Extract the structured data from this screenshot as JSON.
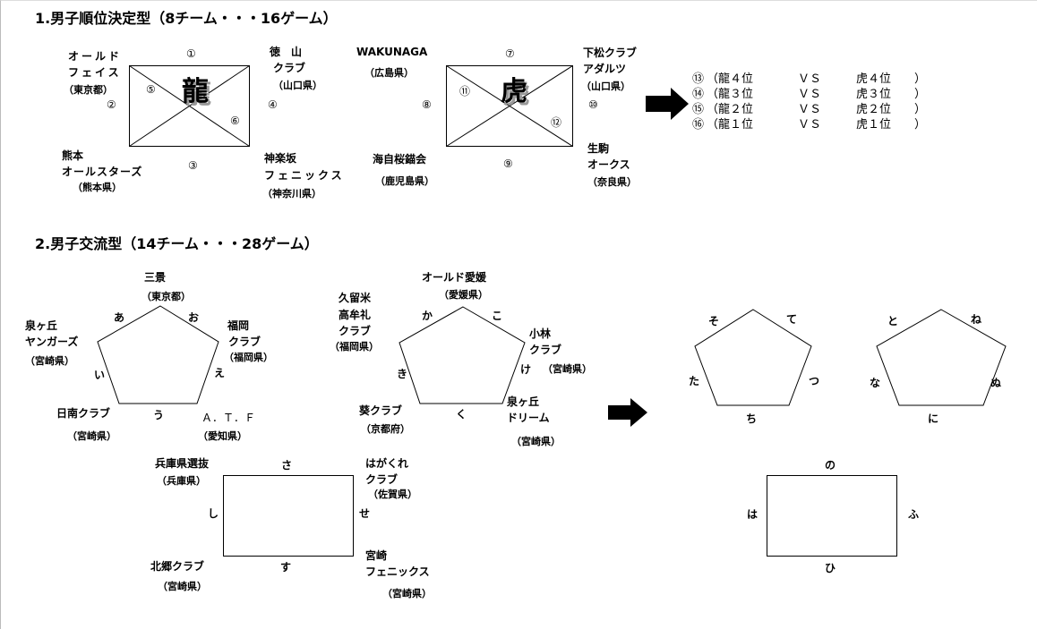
{
  "section1": {
    "title": "1.男子順位決定型（8チーム・・・16ゲーム）",
    "dragon": {
      "symbol": "龍",
      "labels": [
        "①",
        "②",
        "③",
        "④",
        "⑤",
        "⑥",
        "オールド",
        "フェイス",
        "（東京都）",
        "徳　山",
        "クラブ",
        "（山口県）",
        "熊本",
        "オールスターズ",
        "（熊本県）",
        "神楽坂",
        "フェニックス",
        "（神奈川県）"
      ]
    },
    "tiger": {
      "symbol": "虎",
      "labels": [
        "⑦",
        "⑧",
        "⑨",
        "⑩",
        "⑪",
        "⑫",
        "WAKUNAGA",
        "（広島県）",
        "下松クラブ",
        "アダルツ",
        "（山口県）",
        "海自桜錨会",
        "（鹿児島県）",
        "生駒",
        "オークス",
        "（奈良県）"
      ]
    },
    "finals": [
      {
        "no": "⑬",
        "a": "（龍４位",
        "vs": "ＶＳ",
        "b": "虎４位",
        "close": "）"
      },
      {
        "no": "⑭",
        "a": "（龍３位",
        "vs": "ＶＳ",
        "b": "虎３位",
        "close": "）"
      },
      {
        "no": "⑮",
        "a": "（龍２位",
        "vs": "ＶＳ",
        "b": "虎２位",
        "close": "）"
      },
      {
        "no": "⑯",
        "a": "（龍１位",
        "vs": "ＶＳ",
        "b": "虎１位",
        "close": "）"
      }
    ]
  },
  "section2": {
    "title": "2.男子交流型（14チーム・・・28ゲーム）",
    "pentA": [
      "三景",
      "（東京都）",
      "あ",
      "お",
      "泉ヶ丘",
      "ヤンガーズ",
      "（宮崎県）",
      "福岡",
      "クラブ",
      "（福岡県）",
      "い",
      "え",
      "日南クラブ",
      "う",
      "Ａ．Ｔ．Ｆ",
      "（宮崎県）",
      "（愛知県）"
    ],
    "pentB": [
      "オールド愛媛",
      "（愛媛県）",
      "久留米",
      "高牟礼",
      "クラブ",
      "（福岡県）",
      "か",
      "こ",
      "小林",
      "クラブ",
      "け",
      "（宮崎県）",
      "き",
      "葵クラブ",
      "く",
      "泉ヶ丘",
      "ドリーム",
      "（京都府）",
      "（宮崎県）"
    ],
    "rectA": [
      "兵庫県選抜",
      "（兵庫県）",
      "さ",
      "はがくれ",
      "クラブ",
      "（佐賀県）",
      "し",
      "せ",
      "北郷クラブ",
      "す",
      "宮崎",
      "フェニックス",
      "（宮崎県）",
      "（宮崎県）"
    ],
    "pentC": [
      "そ",
      "て",
      "た",
      "つ",
      "ち"
    ],
    "pentD": [
      "と",
      "ね",
      "な",
      "ぬ",
      "に"
    ],
    "rectB": [
      "の",
      "は",
      "ふ",
      "ひ"
    ]
  }
}
